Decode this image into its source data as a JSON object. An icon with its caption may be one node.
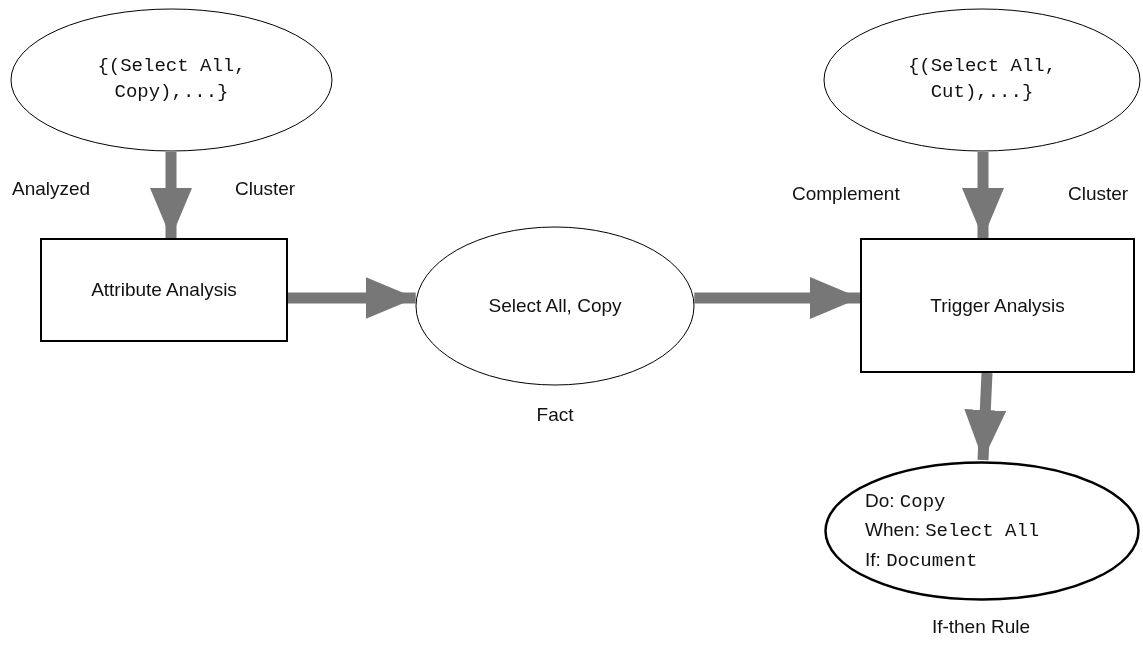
{
  "diagram": {
    "nodes": [
      {
        "text": [
          "{(Select All, Copy),...}"
        ]
      },
      {
        "text": [
          "Attribute Analysis"
        ]
      },
      {
        "text": [
          "Select All, Copy"
        ],
        "beside": [
          "Fact"
        ]
      },
      {
        "text": [
          "Trigger Analysis"
        ]
      },
      {
        "text": [
          "{(Select All, Cut),...}"
        ]
      },
      {
        "text": [
          "Do: Copy",
          "When: Select All",
          "If: Document"
        ],
        "beside": [
          "If-then Rule"
        ]
      }
    ],
    "edges": [
      {
        "from": 0,
        "to": 1,
        "arrow": "to"
      },
      {
        "from": 1,
        "to": 2,
        "arrow": "to"
      },
      {
        "from": 2,
        "to": 3,
        "arrow": "to"
      },
      {
        "from": 4,
        "to": 3,
        "arrow": "to"
      },
      {
        "from": 3,
        "to": 5,
        "arrow": "to"
      }
    ],
    "labels": [
      "Analyzed",
      "Cluster",
      "Complement",
      "Cluster"
    ]
  }
}
